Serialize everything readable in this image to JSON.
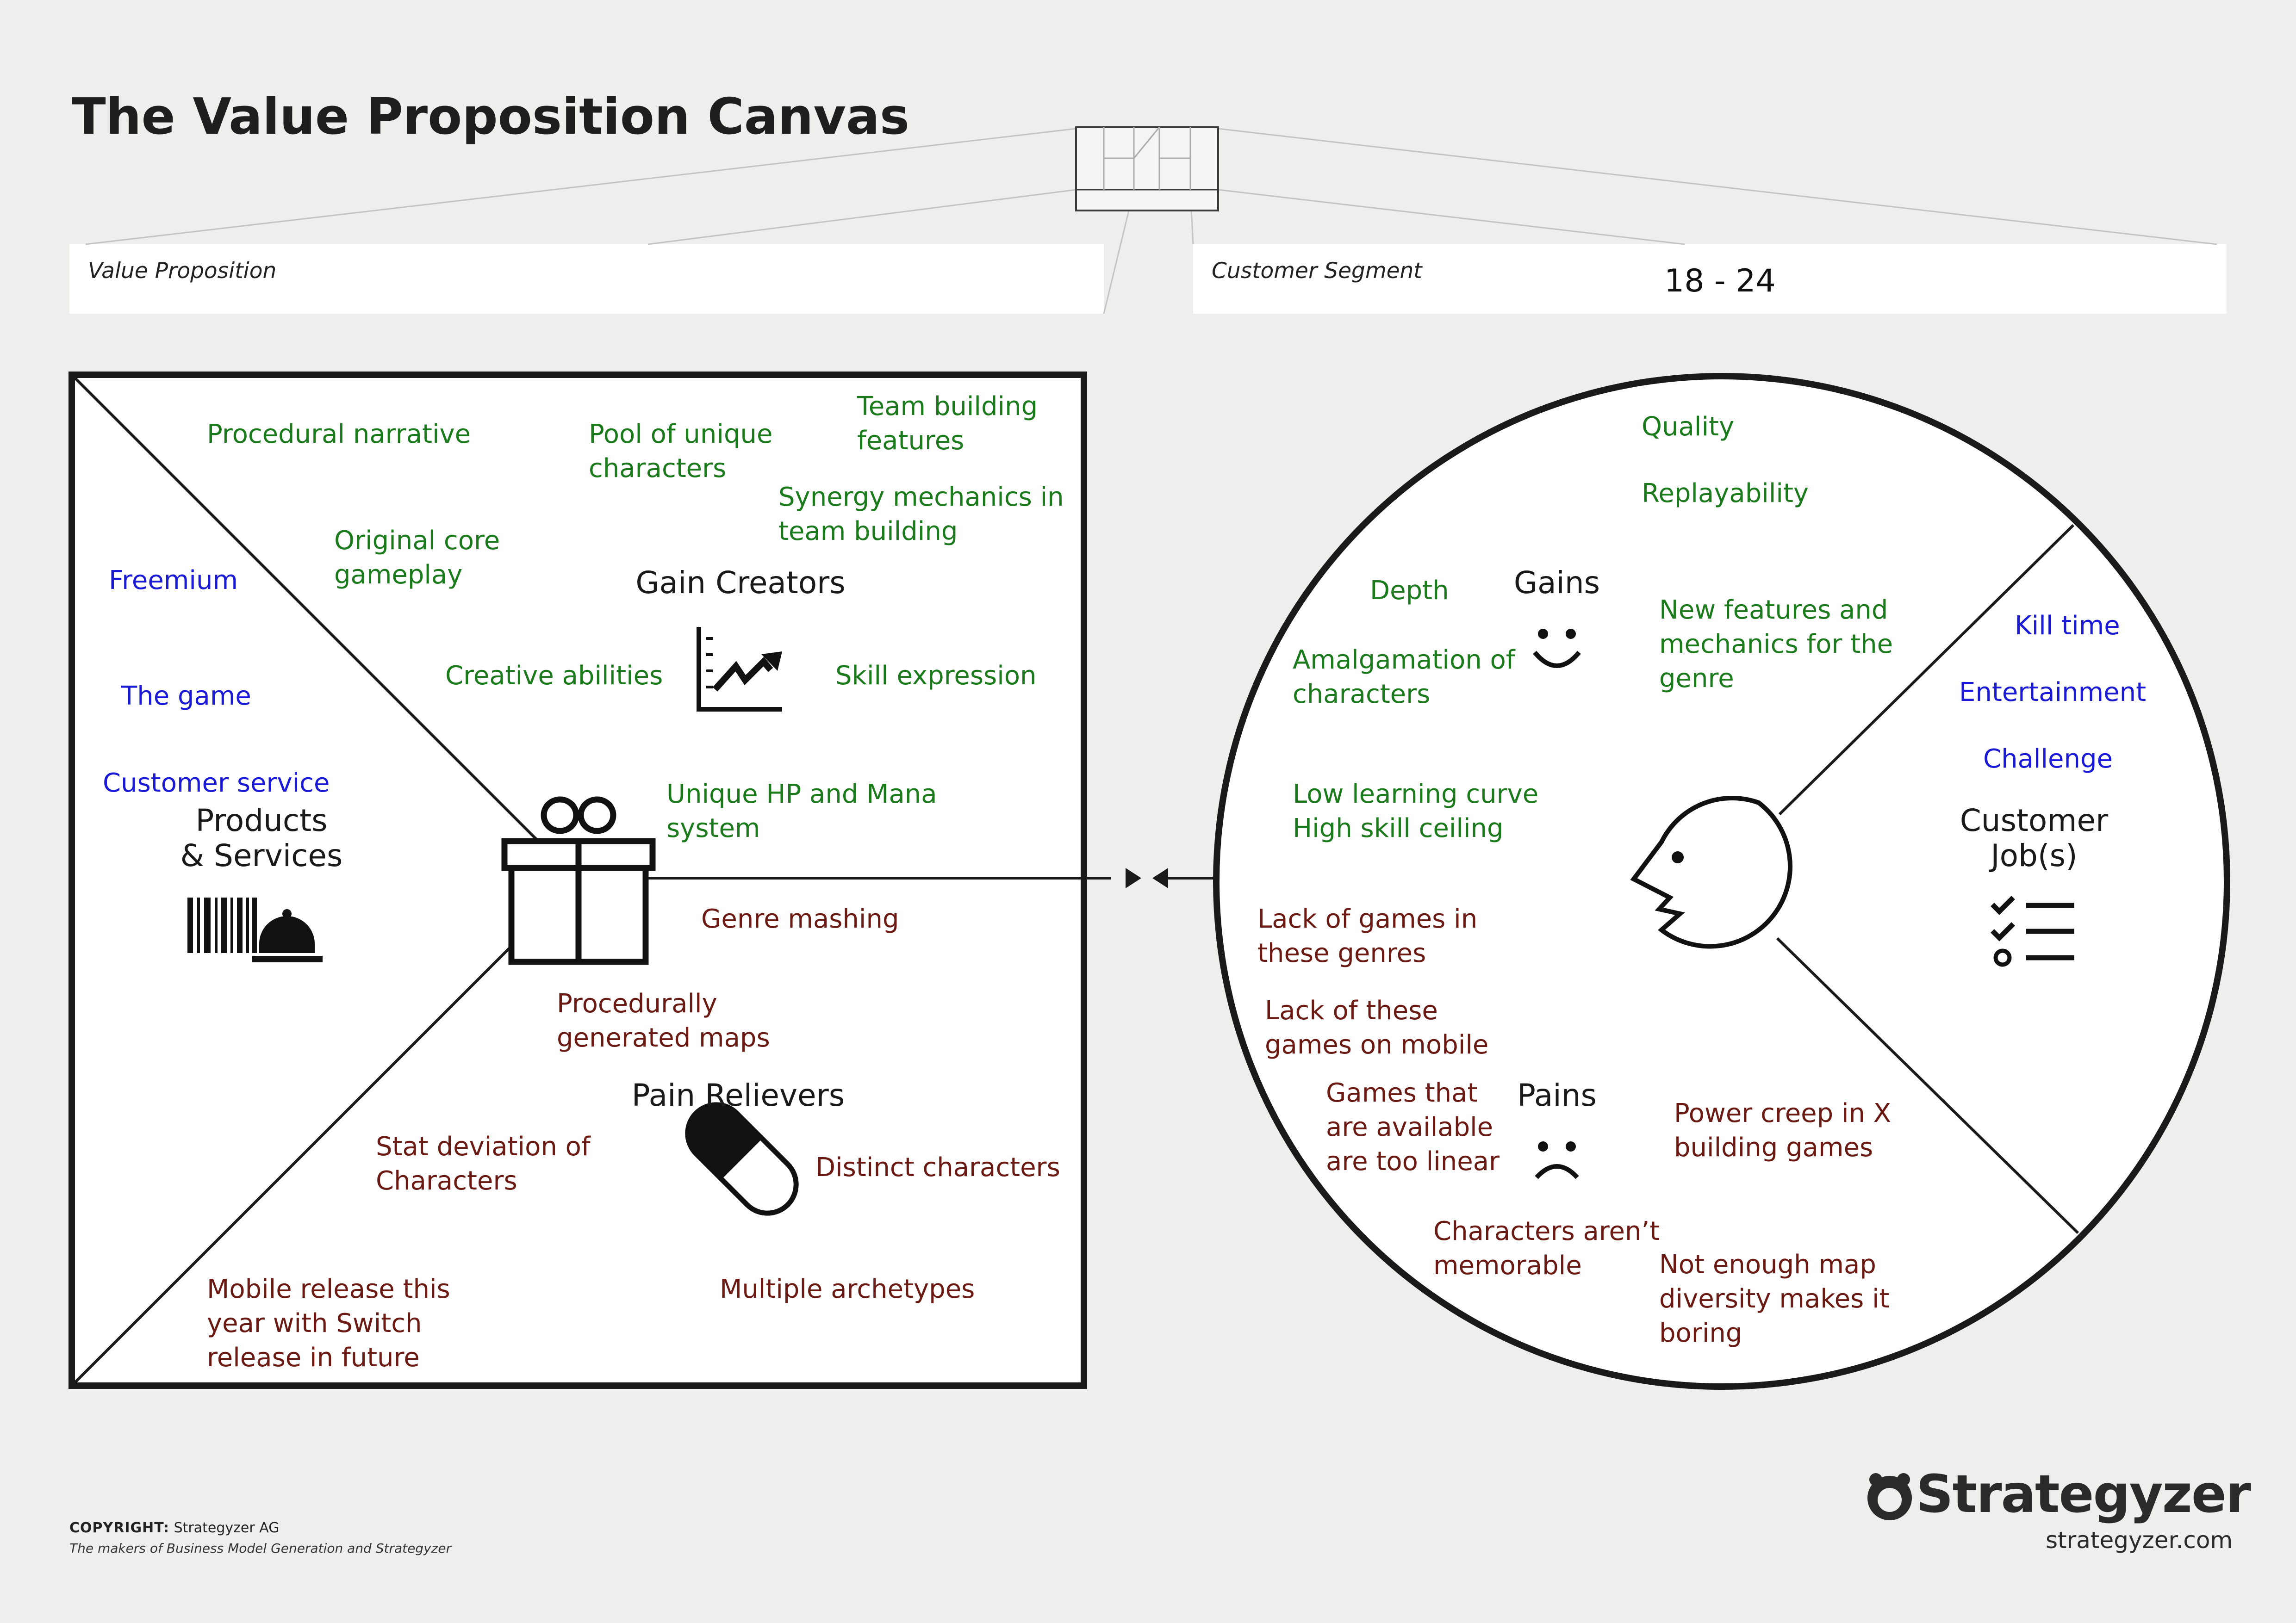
{
  "title": "The Value Proposition Canvas",
  "header": {
    "value_proposition_label": "Value Proposition",
    "customer_segment_label": "Customer Segment",
    "customer_segment_value": "18 - 24"
  },
  "value_map": {
    "gain_creators_label": "Gain Creators",
    "pain_relievers_label": "Pain Relievers",
    "products_services_label": "Products\n& Services",
    "gain_creators": [
      "Procedural narrative",
      "Pool of unique\ncharacters",
      "Team building\nfeatures",
      "Synergy mechanics in\nteam building",
      "Original core\ngameplay",
      "Creative abilities",
      "Skill expression",
      "Unique HP and Mana\nsystem"
    ],
    "products_services": [
      "Freemium",
      "The game",
      "Customer service"
    ],
    "pain_relievers": [
      "Genre mashing",
      "Procedurally\ngenerated maps",
      "Stat deviation of\nCharacters",
      "Distinct characters",
      "Mobile release this\nyear with Switch\nrelease in future",
      "Multiple archetypes"
    ]
  },
  "customer_profile": {
    "gains_label": "Gains",
    "pains_label": "Pains",
    "jobs_label": "Customer\nJob(s)",
    "gains": [
      "Quality",
      "Replayability",
      "Depth",
      "New features and\nmechanics for the\ngenre",
      "Amalgamation of\ncharacters",
      "Low learning curve\nHigh skill ceiling"
    ],
    "jobs": [
      "Kill time",
      "Entertainment",
      "Challenge"
    ],
    "pains": [
      "Lack of games in\nthese genres",
      "Lack of these\ngames on mobile",
      "Games that\nare available\nare too linear",
      "Power creep in X\nbuilding games",
      "Characters aren’t\nmemorable",
      "Not enough map\ndiversity makes it\nboring"
    ]
  },
  "icons": {
    "gain_creators": "chart-up-icon",
    "pain_relievers": "pill-icon",
    "products_services": "barcode-cloche-icon",
    "value_map": "gift-icon",
    "gains": "smile-icon",
    "pains": "frown-icon",
    "jobs": "checklist-icon",
    "customer": "face-profile-icon",
    "brand": "strategyzer-logo-icon"
  },
  "colors": {
    "gain_text": "#1b7a1b",
    "product_job_text": "#1a1ad6",
    "pain_text": "#6a1a12"
  },
  "footer": {
    "copyright_label": "COPYRIGHT:",
    "copyright_holder": "Strategyzer AG",
    "makers": "The makers of Business Model Generation and Strategyzer",
    "brand": "Strategyzer",
    "brand_url": "strategyzer.com"
  }
}
